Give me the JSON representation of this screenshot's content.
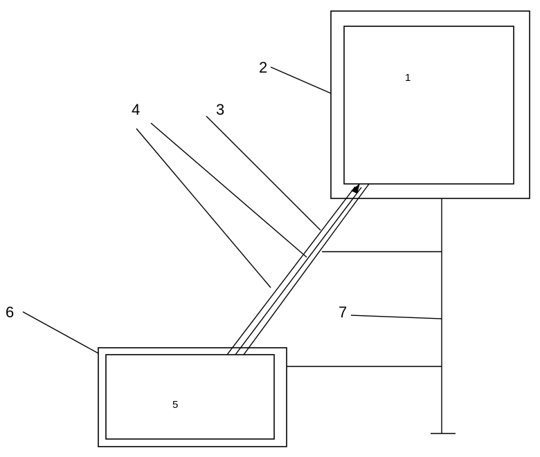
{
  "labels": {
    "inner_top": "1",
    "outer_top": "2",
    "tube_outer": "3",
    "tube_inner": "4",
    "inner_bottom": "5",
    "outer_bottom": "6",
    "stand": "7"
  }
}
